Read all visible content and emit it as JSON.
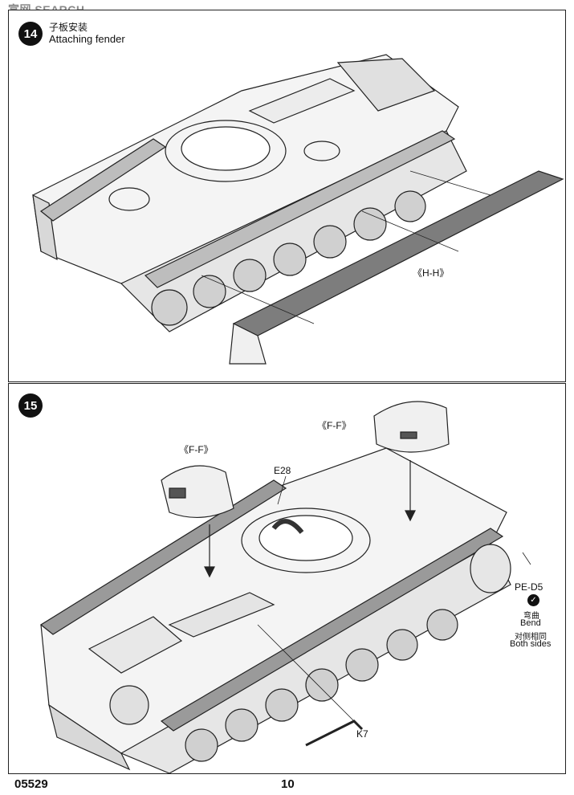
{
  "watermark": "富网 SEARCH",
  "step14": {
    "number": "14",
    "title_cn": "子板安装",
    "title_en": "Attaching fender",
    "callout": "《H-H》"
  },
  "step15": {
    "number": "15",
    "callout_left": "《F-F》",
    "callout_right": "《F-F》",
    "part_e28": "E28",
    "part_k7": "K7",
    "part_pe": "PE-D5",
    "bend_cn": "弯曲",
    "bend_en": "Bend",
    "both_cn": "对侧相同",
    "both_en": "Both sides"
  },
  "footer": {
    "code": "05529",
    "page": "10"
  }
}
